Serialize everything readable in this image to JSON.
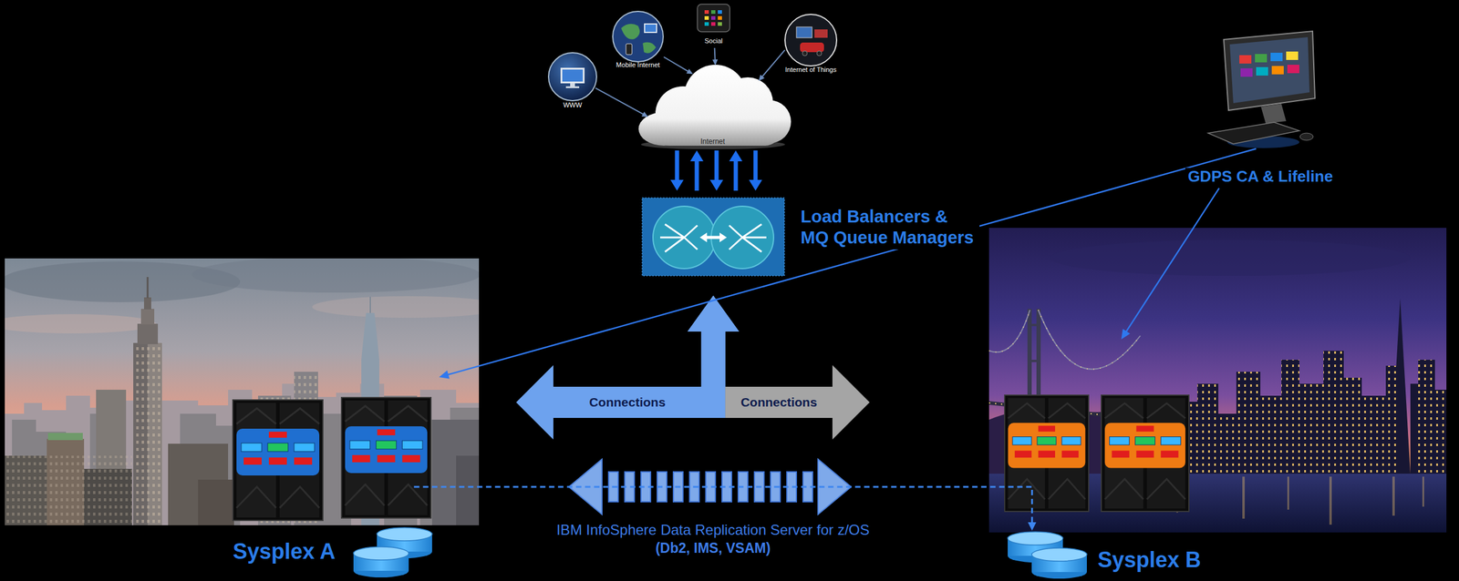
{
  "diagram": {
    "nodes": [
      {
        "text": [
          "WWW"
        ]
      },
      {
        "text": [
          "Mobile Internet"
        ]
      },
      {
        "text": [
          "Social"
        ]
      },
      {
        "text": [
          "Internet of Things"
        ]
      },
      {
        "text": [
          "Internet"
        ]
      },
      {
        "text": [
          "GDPS CA & Lifeline"
        ]
      },
      {
        "text": [
          "Load Balancers & MQ Queue Managers"
        ]
      },
      {
        "text": [
          "Sysplex A"
        ]
      },
      {
        "text": [
          "Sysplex B"
        ]
      }
    ],
    "edges": [
      {
        "from": 0,
        "to": 4,
        "arrow": "to"
      },
      {
        "from": 1,
        "to": 4,
        "arrow": "to"
      },
      {
        "from": 2,
        "to": 4,
        "arrow": "to"
      },
      {
        "from": 3,
        "to": 4,
        "arrow": "to"
      },
      {
        "from": 4,
        "to": 6,
        "arrow": "both"
      },
      {
        "from": 6,
        "to": 7,
        "label": "Connections",
        "arrow": "both"
      },
      {
        "from": 6,
        "to": 8,
        "label": "Connections",
        "arrow": "both"
      },
      {
        "from": 7,
        "to": 8,
        "arrow": "to"
      },
      {
        "from": 5,
        "to": 7,
        "arrow": "to"
      },
      {
        "from": 5,
        "to": 8,
        "arrow": "to"
      }
    ],
    "labels": [
      "IBM InfoSphere Data Replication Server for z/OS",
      "(Db2, IMS, VSAM)"
    ]
  }
}
